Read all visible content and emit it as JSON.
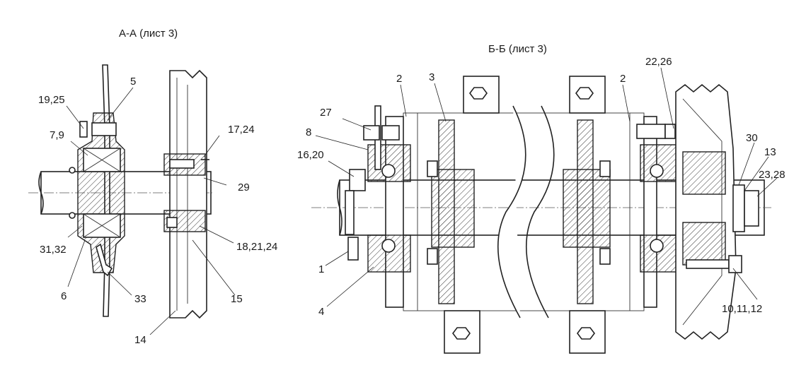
{
  "titles": {
    "section_a": "А-А (лист 3)",
    "section_b": "Б-Б (лист 3)"
  },
  "labels": {
    "l5": "5",
    "l19_25": "19,25",
    "l7_9": "7,9",
    "l17_24": "17,24",
    "l29": "29",
    "l31_32": "31,32",
    "l6": "6",
    "l33": "33",
    "l18_21_24": "18,21,24",
    "l15": "15",
    "l14": "14",
    "l2a": "2",
    "l3": "3",
    "l2b": "2",
    "l22_26": "22,26",
    "l27": "27",
    "l8": "8",
    "l16_20": "16,20",
    "l1": "1",
    "l4": "4",
    "l30": "30",
    "l13": "13",
    "l23_28": "23,28",
    "l10_11_12": "10,11,12"
  }
}
